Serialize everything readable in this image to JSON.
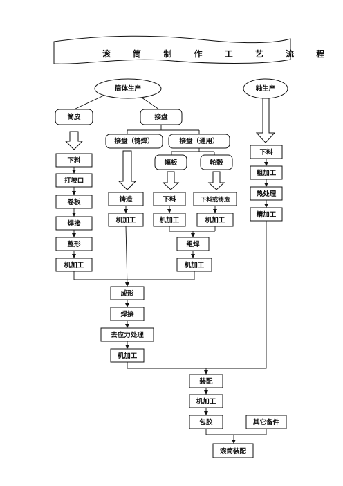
{
  "title": "滚 筒 制 作 工 艺 流 程 图",
  "nodes": {
    "tongti": "筒体生产",
    "zhou": "轴生产",
    "tongpi": "筒皮",
    "jiepan": "接盘",
    "jiepan_zhuhan": "接盘（铸焊）",
    "jiepan_tongyong": "接盘（通用）",
    "fuban": "幅板",
    "lungu": "轮毂",
    "xialiao_1": "下料",
    "dapokou": "打坡口",
    "juanban": "卷板",
    "hanjie_1": "焊接",
    "zhengxing": "整形",
    "jijiagong_1": "机加工",
    "zhuzao": "铸造",
    "jijiagong_2": "机加工",
    "xialiao_2": "下料",
    "jijiagong_3": "机加工",
    "xialiao_huo_zhuzao": "下料或铸造",
    "jijiagong_4": "机加工",
    "zuhan": "组焊",
    "jijiagong_5": "机加工",
    "xialiao_3": "下料",
    "cujiagong": "粗加工",
    "rechuli": "热处理",
    "jingjiagong": "精加工",
    "chengxing": "成形",
    "hanjie_2": "焊接",
    "quyingli": "去应力处理",
    "jijiagong_6": "机加工",
    "zhuangpei": "装配",
    "jijiagong_7": "机加工",
    "baojiao": "包胶",
    "qita": "其它备件",
    "guntong": "滚筒装配"
  }
}
